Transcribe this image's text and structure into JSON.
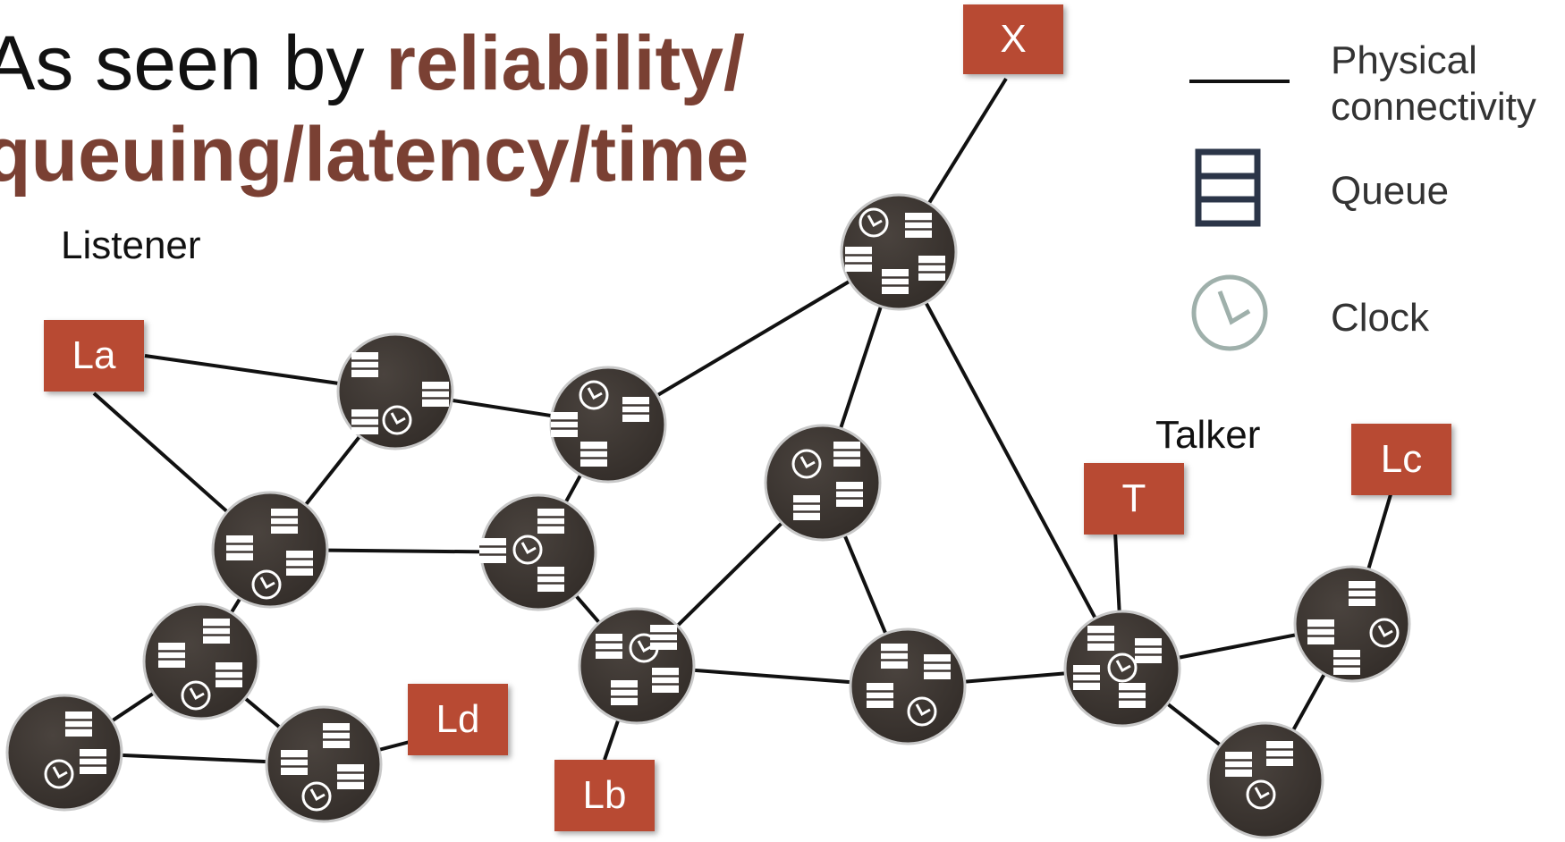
{
  "title": {
    "prefix": "As seen by ",
    "highlight_line1": "reliability/",
    "highlight_line2": "queuing/latency/time",
    "highlight_color": "#7a4033"
  },
  "labels": {
    "listener": "Listener",
    "talker": "Talker"
  },
  "stations": {
    "x": "X",
    "la": "La",
    "lb": "Lb",
    "lc": "Lc",
    "ld": "Ld",
    "t": "T",
    "color": "#b84a33"
  },
  "legend": {
    "physical_line1": "Physical",
    "physical_line2": "connectivity",
    "queue": "Queue",
    "clock": "Clock",
    "queue_icon": "queue-icon",
    "clock_icon": "clock-icon"
  },
  "colors": {
    "node_fill": "#3e3733",
    "node_ring": "#c8c8c8",
    "clock_legend": "#9fb0ab",
    "queue_legend": "#2b3548"
  }
}
